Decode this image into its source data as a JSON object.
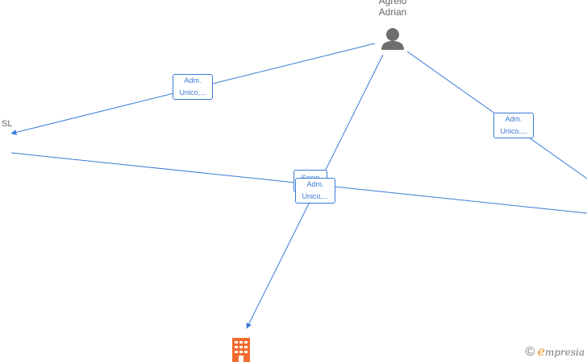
{
  "nodes": {
    "person": {
      "name_line1": "Agrelo",
      "name_line2": "Adrian",
      "icon": "person-icon"
    },
    "company_left": {
      "label": "SL"
    },
    "company_bottom": {
      "icon": "building-icon",
      "color": "#f26c2e"
    }
  },
  "edges": {
    "edge_left": {
      "line1": "Adm.",
      "line2": "Unico,..."
    },
    "edge_right": {
      "line1": "Adm.",
      "line2": "Unico,..."
    },
    "edge_center_back": {
      "line1": "Socio"
    },
    "edge_center_front": {
      "line1": "Adm.",
      "line2": "Unico,..."
    }
  },
  "colors": {
    "edge": "#3a7bd5",
    "node_icon": "#6e6e6e",
    "building": "#f26c2e",
    "brand_accent": "#f08a24"
  },
  "watermark": {
    "copyright": "©",
    "brand_initial": "e",
    "brand_rest": "mpresia"
  }
}
